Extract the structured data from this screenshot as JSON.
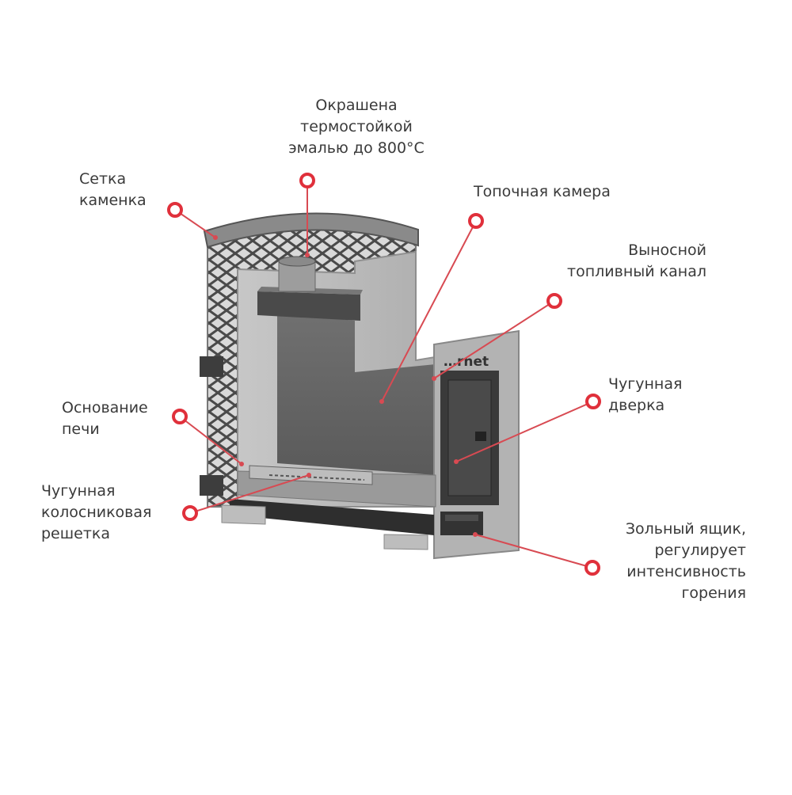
{
  "colors": {
    "marker": "#e0303b",
    "leader": "#d84a52",
    "text": "#3a3a3a",
    "body_panel": "#bdbdbd",
    "firebox": "#6b6b6b",
    "dark_metal": "#3c3c3c",
    "mesh": "#555555"
  },
  "brand_mark": "…rnet",
  "callouts": {
    "paint": {
      "lines": [
        "Окрашена",
        "термостойкой",
        "эмалью до 800°C"
      ]
    },
    "mesh": {
      "lines": [
        "Сетка",
        "каменка"
      ]
    },
    "firebox": {
      "lines": [
        "Топочная камера"
      ]
    },
    "fuel_channel": {
      "lines": [
        "Выносной",
        "топливный канал"
      ]
    },
    "door": {
      "lines": [
        "Чугунная",
        "дверка"
      ]
    },
    "base": {
      "lines": [
        "Основание",
        "печи"
      ]
    },
    "grate": {
      "lines": [
        "Чугунная",
        "колосниковая",
        "решетка"
      ]
    },
    "ash_box": {
      "lines": [
        "Зольный ящик,",
        "регулирует",
        "интенсивность",
        "горения"
      ]
    }
  }
}
